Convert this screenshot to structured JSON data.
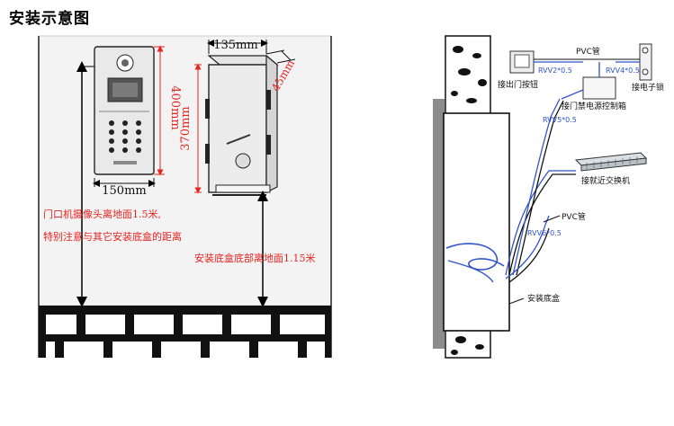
{
  "title": "安装示意图",
  "left_diagram": {
    "dim_width_top": "135mm",
    "dim_depth": "45mm",
    "dim_height_panel": "400mm",
    "dim_height_box": "370mm",
    "dim_width_bottom": "150mm",
    "note_camera_line1": "门口机摄像头离地面1.5米,",
    "note_camera_line2": "特别注意与其它安装底盒的距离",
    "note_box": "安装底盒底部离地面1.15米"
  },
  "right_diagram": {
    "label_pvc_top": "PVC管",
    "label_exit_button": "接出门按钮",
    "label_rvv2": "RVV2*0.5",
    "label_rvv4": "RVV4*0.5",
    "label_lock": "接电子锁",
    "label_power_box": "接门禁电源控制箱",
    "label_rvv5": "RVV5*0.5",
    "label_switch": "接就近交换机",
    "label_pvc_mid": "PVC管",
    "label_rvv6": "RVV6*0.5",
    "label_mount_box": "安装底盒"
  },
  "colors": {
    "dimension_red": "#e8231f",
    "cable_blue": "#2f55c8",
    "wall_gray": "#8c8c8c"
  }
}
